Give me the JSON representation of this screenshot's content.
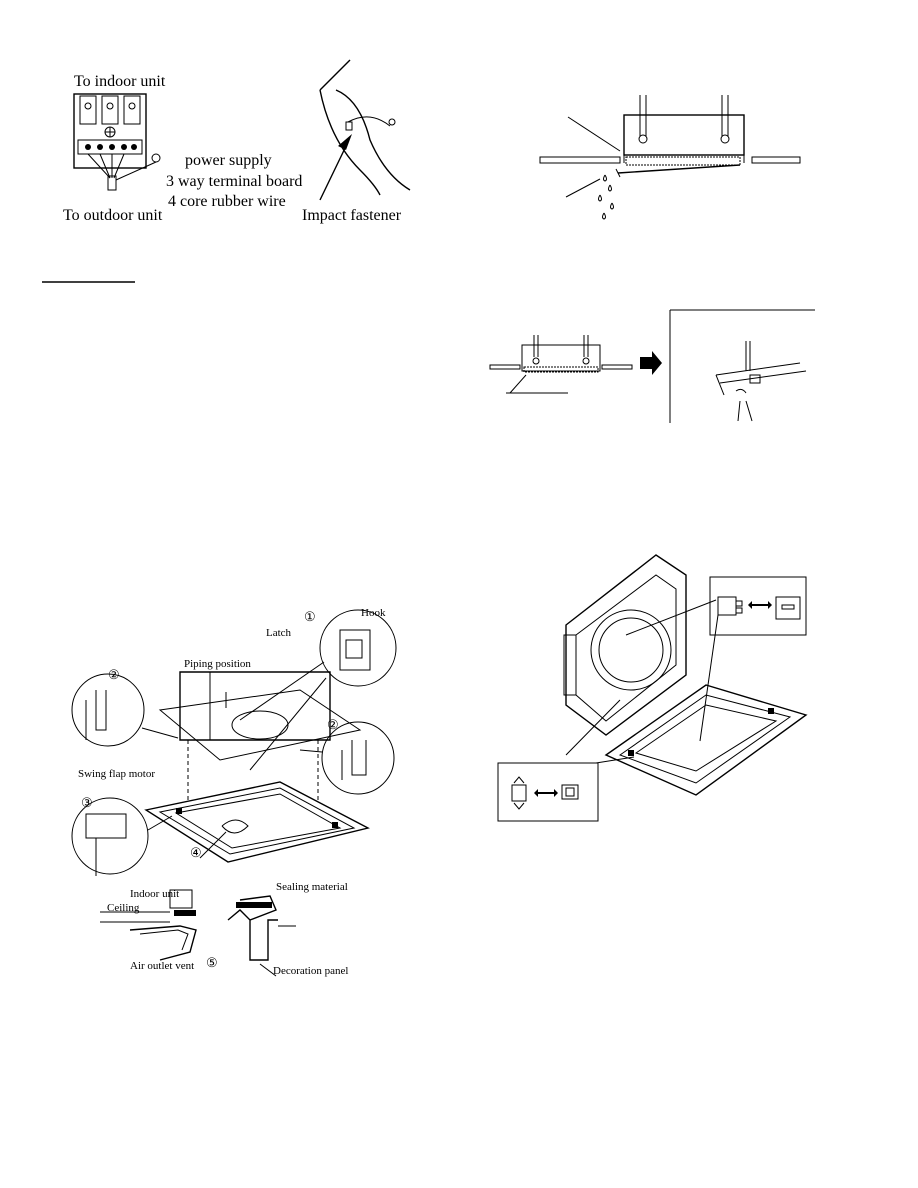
{
  "wiring": {
    "to_indoor": "To indoor unit",
    "to_outdoor": "To outdoor unit",
    "power_supply": "power supply",
    "terminal_board": "3 way terminal board",
    "rubber_wire": "4 core rubber wire",
    "impact_fastener": "Impact fastener"
  },
  "panel": {
    "hook": "Hook",
    "latch": "Latch",
    "piping_position": "Piping position",
    "swing_flap_motor": "Swing flap motor",
    "indoor_unit": "Indoor unit",
    "ceiling": "Ceiling",
    "air_outlet_vent": "Air outlet vent",
    "sealing_material": "Sealing material",
    "decoration_panel": "Decoration panel",
    "step1": "①",
    "step2a": "②",
    "step2b": "②",
    "step3": "③",
    "step4": "④",
    "step5": "⑤"
  }
}
